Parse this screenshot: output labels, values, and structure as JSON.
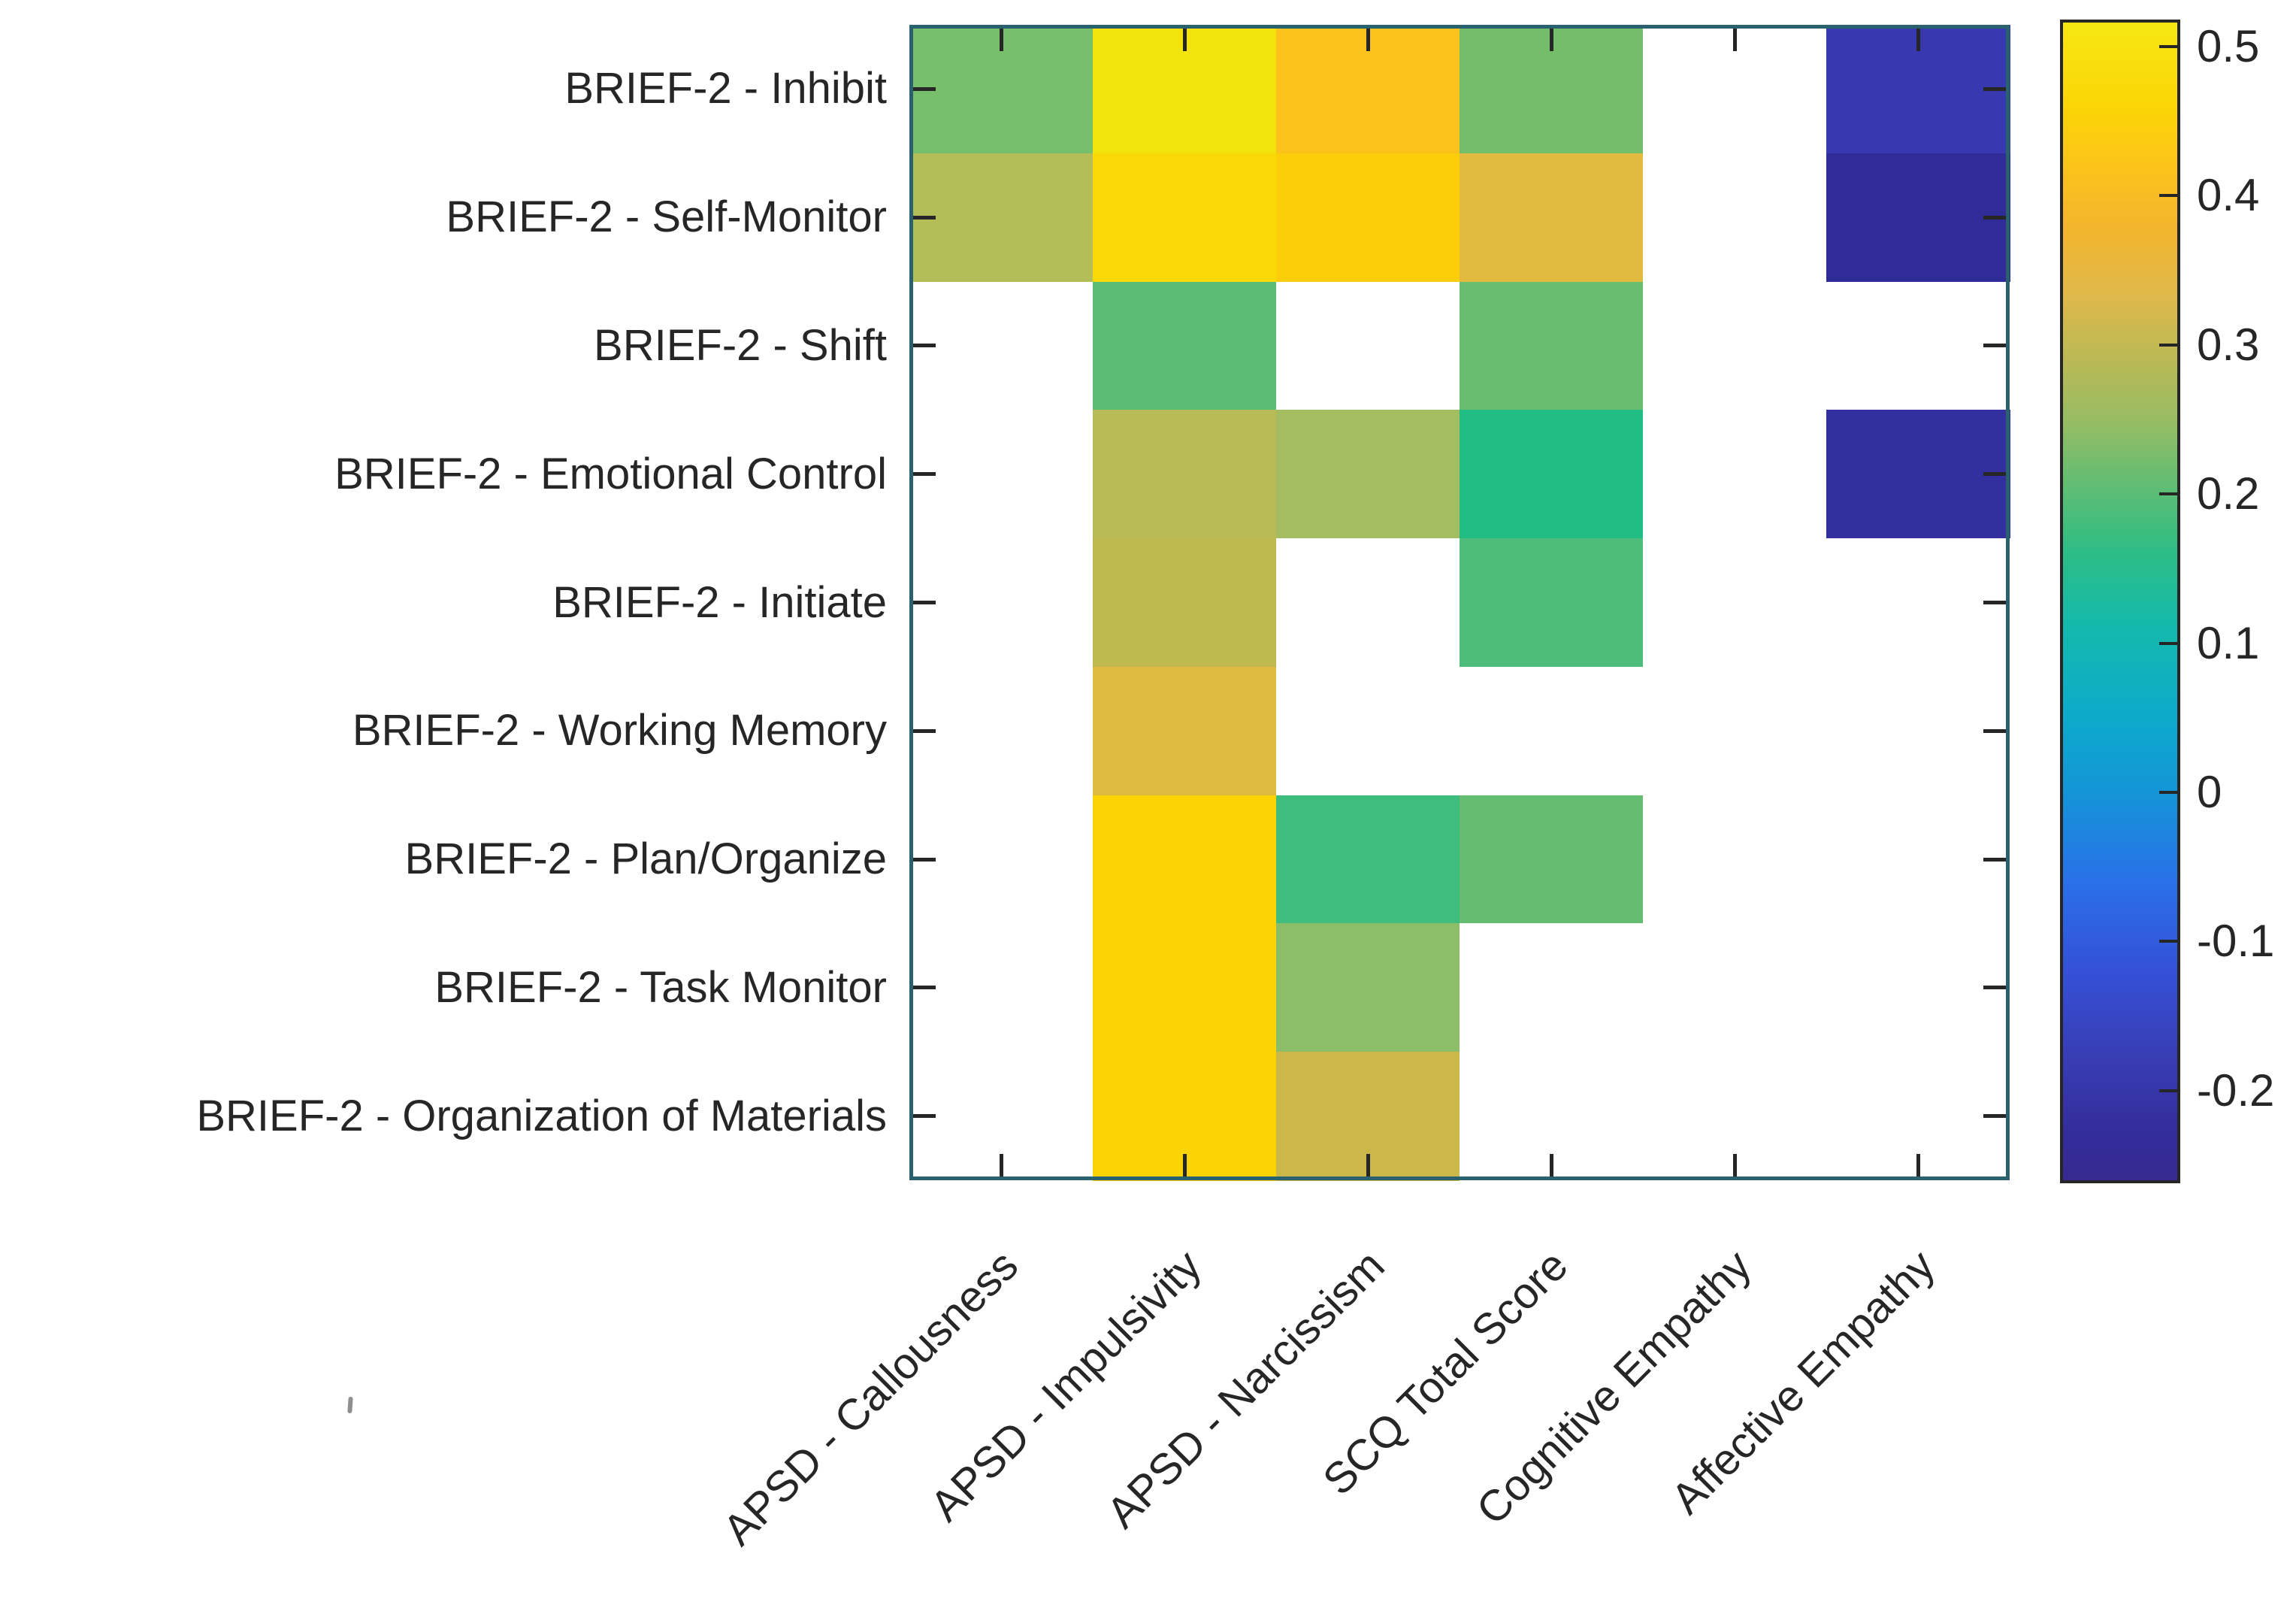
{
  "figure": {
    "background": "#ffffff",
    "axis_box_color": "#2a616e",
    "colorbar_box_color": "#262626",
    "tick_color": "#262626",
    "text_color": "#262626"
  },
  "chart_data": {
    "type": "heatmap",
    "title": "",
    "xlabel": "",
    "ylabel": "",
    "rows": [
      "BRIEF-2 - Inhibit",
      "BRIEF-2 - Self-Monitor",
      "BRIEF-2 - Shift",
      "BRIEF-2 - Emotional Control",
      "BRIEF-2 - Initiate",
      "BRIEF-2 - Working Memory",
      "BRIEF-2 - Plan/Organize",
      "BRIEF-2 - Task Monitor",
      "BRIEF-2 - Organization of Materials"
    ],
    "columns": [
      "APSD - Callousness",
      "APSD - Impulsivity",
      "APSD - Narcissism",
      "SCQ Total Score",
      "Cognitive Empathy",
      "Affective Empathy"
    ],
    "values": [
      [
        0.23,
        0.49,
        0.42,
        0.23,
        null,
        -0.19
      ],
      [
        0.3,
        0.46,
        0.44,
        0.37,
        null,
        -0.24
      ],
      [
        null,
        0.21,
        null,
        0.22,
        null,
        null
      ],
      [
        null,
        0.3,
        0.27,
        0.18,
        null,
        -0.22
      ],
      [
        null,
        0.31,
        null,
        0.2,
        null,
        null
      ],
      [
        null,
        0.36,
        null,
        null,
        null,
        null
      ],
      [
        null,
        0.46,
        0.19,
        0.22,
        null,
        null
      ],
      [
        null,
        0.46,
        0.25,
        null,
        null,
        null
      ],
      [
        null,
        0.46,
        0.31,
        null,
        null,
        null
      ]
    ],
    "cell_colors": [
      [
        "#78bf6b",
        "#f2e40b",
        "#fcc21b",
        "#74be6b",
        null,
        "#3839b0"
      ],
      [
        "#b4bd58",
        "#fbd906",
        "#fcce09",
        "#e1ba3f",
        null,
        "#2f2b97"
      ],
      [
        null,
        "#5abd73",
        null,
        "#68bd6f",
        null,
        null
      ],
      [
        null,
        "#b8ba55",
        "#a5bd61",
        "#21bd85",
        null,
        "#322f9e"
      ],
      [
        null,
        "#c0b851",
        null,
        "#4cbd7b",
        null,
        null
      ],
      [
        null,
        "#deba41",
        null,
        null,
        null,
        null
      ],
      [
        null,
        "#fcd405",
        "#3ebd7f",
        "#64bd70",
        null,
        null
      ],
      [
        null,
        "#fcd405",
        "#8cbd68",
        null,
        null,
        null
      ],
      [
        null,
        "#fcd405",
        "#ccb84a",
        null,
        null,
        null
      ]
    ],
    "blank_color": "#ffffff",
    "grid": false,
    "legend_position": "right-colorbar",
    "colorbar": {
      "tick_labels": [
        "0.5",
        "0.4",
        "0.3",
        "0.2",
        "0.1",
        "0",
        "-0.1",
        "-0.2"
      ],
      "tick_values": [
        0.5,
        0.4,
        0.3,
        0.2,
        0.1,
        0,
        -0.1,
        -0.2
      ],
      "vmin": -0.26,
      "vmax": 0.516,
      "colormap": "parula",
      "gradient": [
        {
          "pos": 0.0,
          "color": "#f6e713"
        },
        {
          "pos": 7.2,
          "color": "#fbd506"
        },
        {
          "pos": 12.4,
          "color": "#fcc41a"
        },
        {
          "pos": 17.5,
          "color": "#f4b52c"
        },
        {
          "pos": 24.0,
          "color": "#ddb84c"
        },
        {
          "pos": 29.1,
          "color": "#bab955"
        },
        {
          "pos": 34.3,
          "color": "#98bc64"
        },
        {
          "pos": 39.4,
          "color": "#66bd71"
        },
        {
          "pos": 45.9,
          "color": "#2cbd86"
        },
        {
          "pos": 52.3,
          "color": "#13b9ad"
        },
        {
          "pos": 60.1,
          "color": "#0daacb"
        },
        {
          "pos": 66.5,
          "color": "#1495d7"
        },
        {
          "pos": 74.2,
          "color": "#2a70e8"
        },
        {
          "pos": 82.0,
          "color": "#3550d6"
        },
        {
          "pos": 89.7,
          "color": "#383cb3"
        },
        {
          "pos": 96.1,
          "color": "#332c9b"
        },
        {
          "pos": 100.0,
          "color": "#362a90"
        }
      ]
    }
  }
}
